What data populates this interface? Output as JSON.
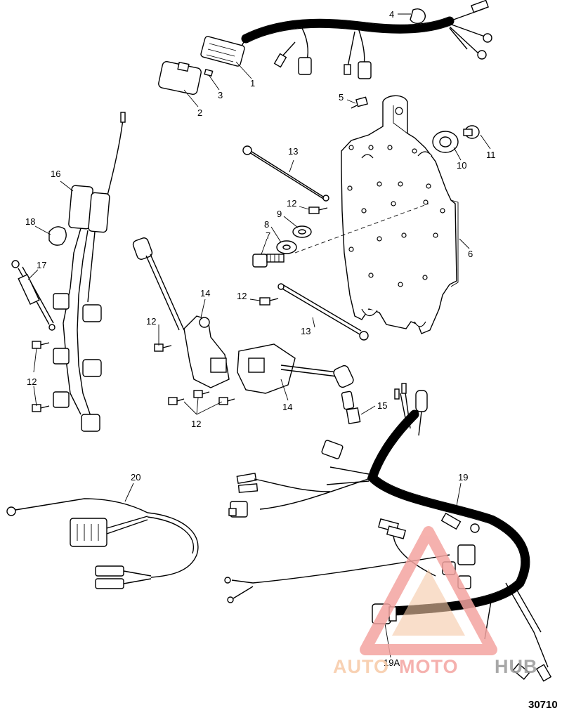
{
  "figure_number": "30710",
  "callouts": {
    "c1": "1",
    "c2": "2",
    "c3": "3",
    "c4": "4",
    "c5": "5",
    "c6": "6",
    "c7": "7",
    "c8": "8",
    "c9": "9",
    "c10": "10",
    "c11": "11",
    "c12a": "12",
    "c12b": "12",
    "c12c": "12",
    "c12d": "12",
    "c12e": "12",
    "c13a": "13",
    "c13b": "13",
    "c14a": "14",
    "c14b": "14",
    "c15": "15",
    "c16": "16",
    "c17": "17",
    "c18": "18",
    "c19": "19",
    "c19a": "19A",
    "c20": "20"
  },
  "watermark": {
    "part1": "AUTO",
    "part2": "MOTO",
    "part3": "HUB",
    "color_primary": "#f4a4a0",
    "color_secondary": "#f7c9a6",
    "color_tertiary": "#9a9a9a"
  }
}
